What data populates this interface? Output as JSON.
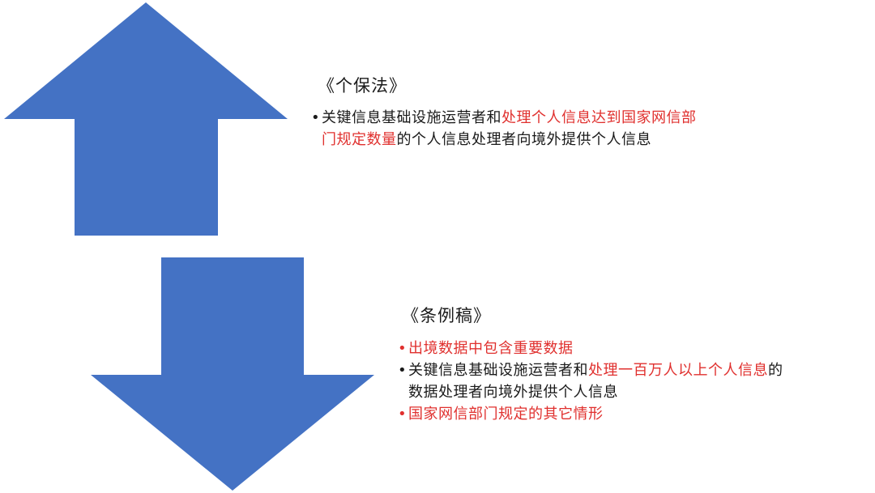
{
  "colors": {
    "arrow": "#4472c4",
    "highlight": "#e0302e",
    "text": "#1a1a1a"
  },
  "up_arrow": {
    "shape": "arrow-up"
  },
  "down_arrow": {
    "shape": "arrow-down"
  },
  "pipl": {
    "title": "《个保法》",
    "item1": {
      "part1": "关键信息基础设施运营者和",
      "part2": "处理个人信息达到国家网信部",
      "part3": "门规定数量",
      "part4": "的个人信息处理者向境外提供个人信息"
    }
  },
  "draft": {
    "title": "《条例稿》",
    "item1": "出境数据中包含重要数据",
    "item2": {
      "part1": "关键信息基础设施运营者和",
      "part2": "处理一百万人以上个人信息",
      "part3": "的",
      "part4": "数据处理者向境外提供个人信息"
    },
    "item3": "国家网信部门规定的其它情形"
  }
}
